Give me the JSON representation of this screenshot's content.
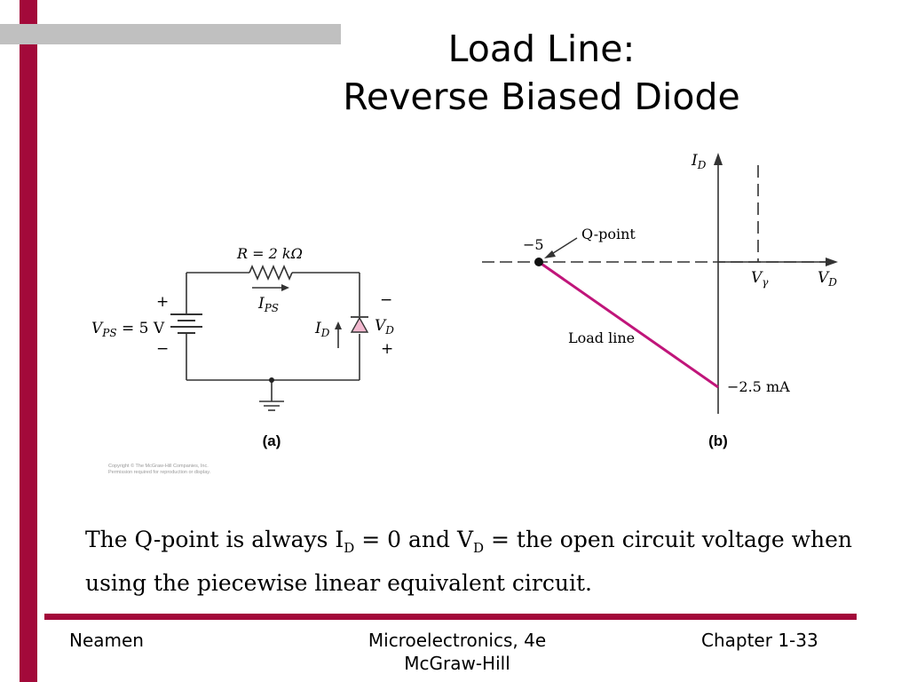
{
  "slide": {
    "title_line1": "Load Line:",
    "title_line2": "Reverse Biased Diode",
    "note_prefix": "The Q-point is always I",
    "note_sub1": "D",
    "note_mid": " = 0 and V",
    "note_sub2": "D",
    "note_suffix": " = the open circuit voltage when using the piecewise linear equivalent circuit."
  },
  "circuit": {
    "resistor_label": "R = 2 kΩ",
    "current_label": "I",
    "current_sub": "PS",
    "source_label": "V",
    "source_sub": "PS",
    "source_value": " = 5 V",
    "source_plus": "+",
    "source_minus": "−",
    "diode_current": "I",
    "diode_current_sub": "D",
    "diode_voltage": "V",
    "diode_voltage_sub": "D",
    "diode_plus": "+",
    "diode_minus": "−",
    "caption": "(a)",
    "copyright_line1": "Copyright © The McGraw-Hill Companies, Inc.",
    "copyright_line2": "Permission required for reproduction or display."
  },
  "graph": {
    "y_axis_label": "I",
    "y_axis_sub": "D",
    "x_axis_label": "V",
    "x_axis_sub": "D",
    "vgamma_label": "V",
    "vgamma_sub": "γ",
    "qpoint_label": "Q-point",
    "qpoint_value": "−5",
    "loadline_label": "Load line",
    "current_value": "−2.5 mA",
    "caption": "(b)",
    "loadline_color": "#c0157a"
  },
  "footer": {
    "left": "Neamen",
    "middle_line1": "Microelectronics, 4e",
    "middle_line2": "McGraw-Hill",
    "right": "Chapter 1-33"
  },
  "colors": {
    "accent": "#a3093a",
    "gray_bar": "#c0c0c0",
    "diode_fill": "#f2b8cf"
  }
}
